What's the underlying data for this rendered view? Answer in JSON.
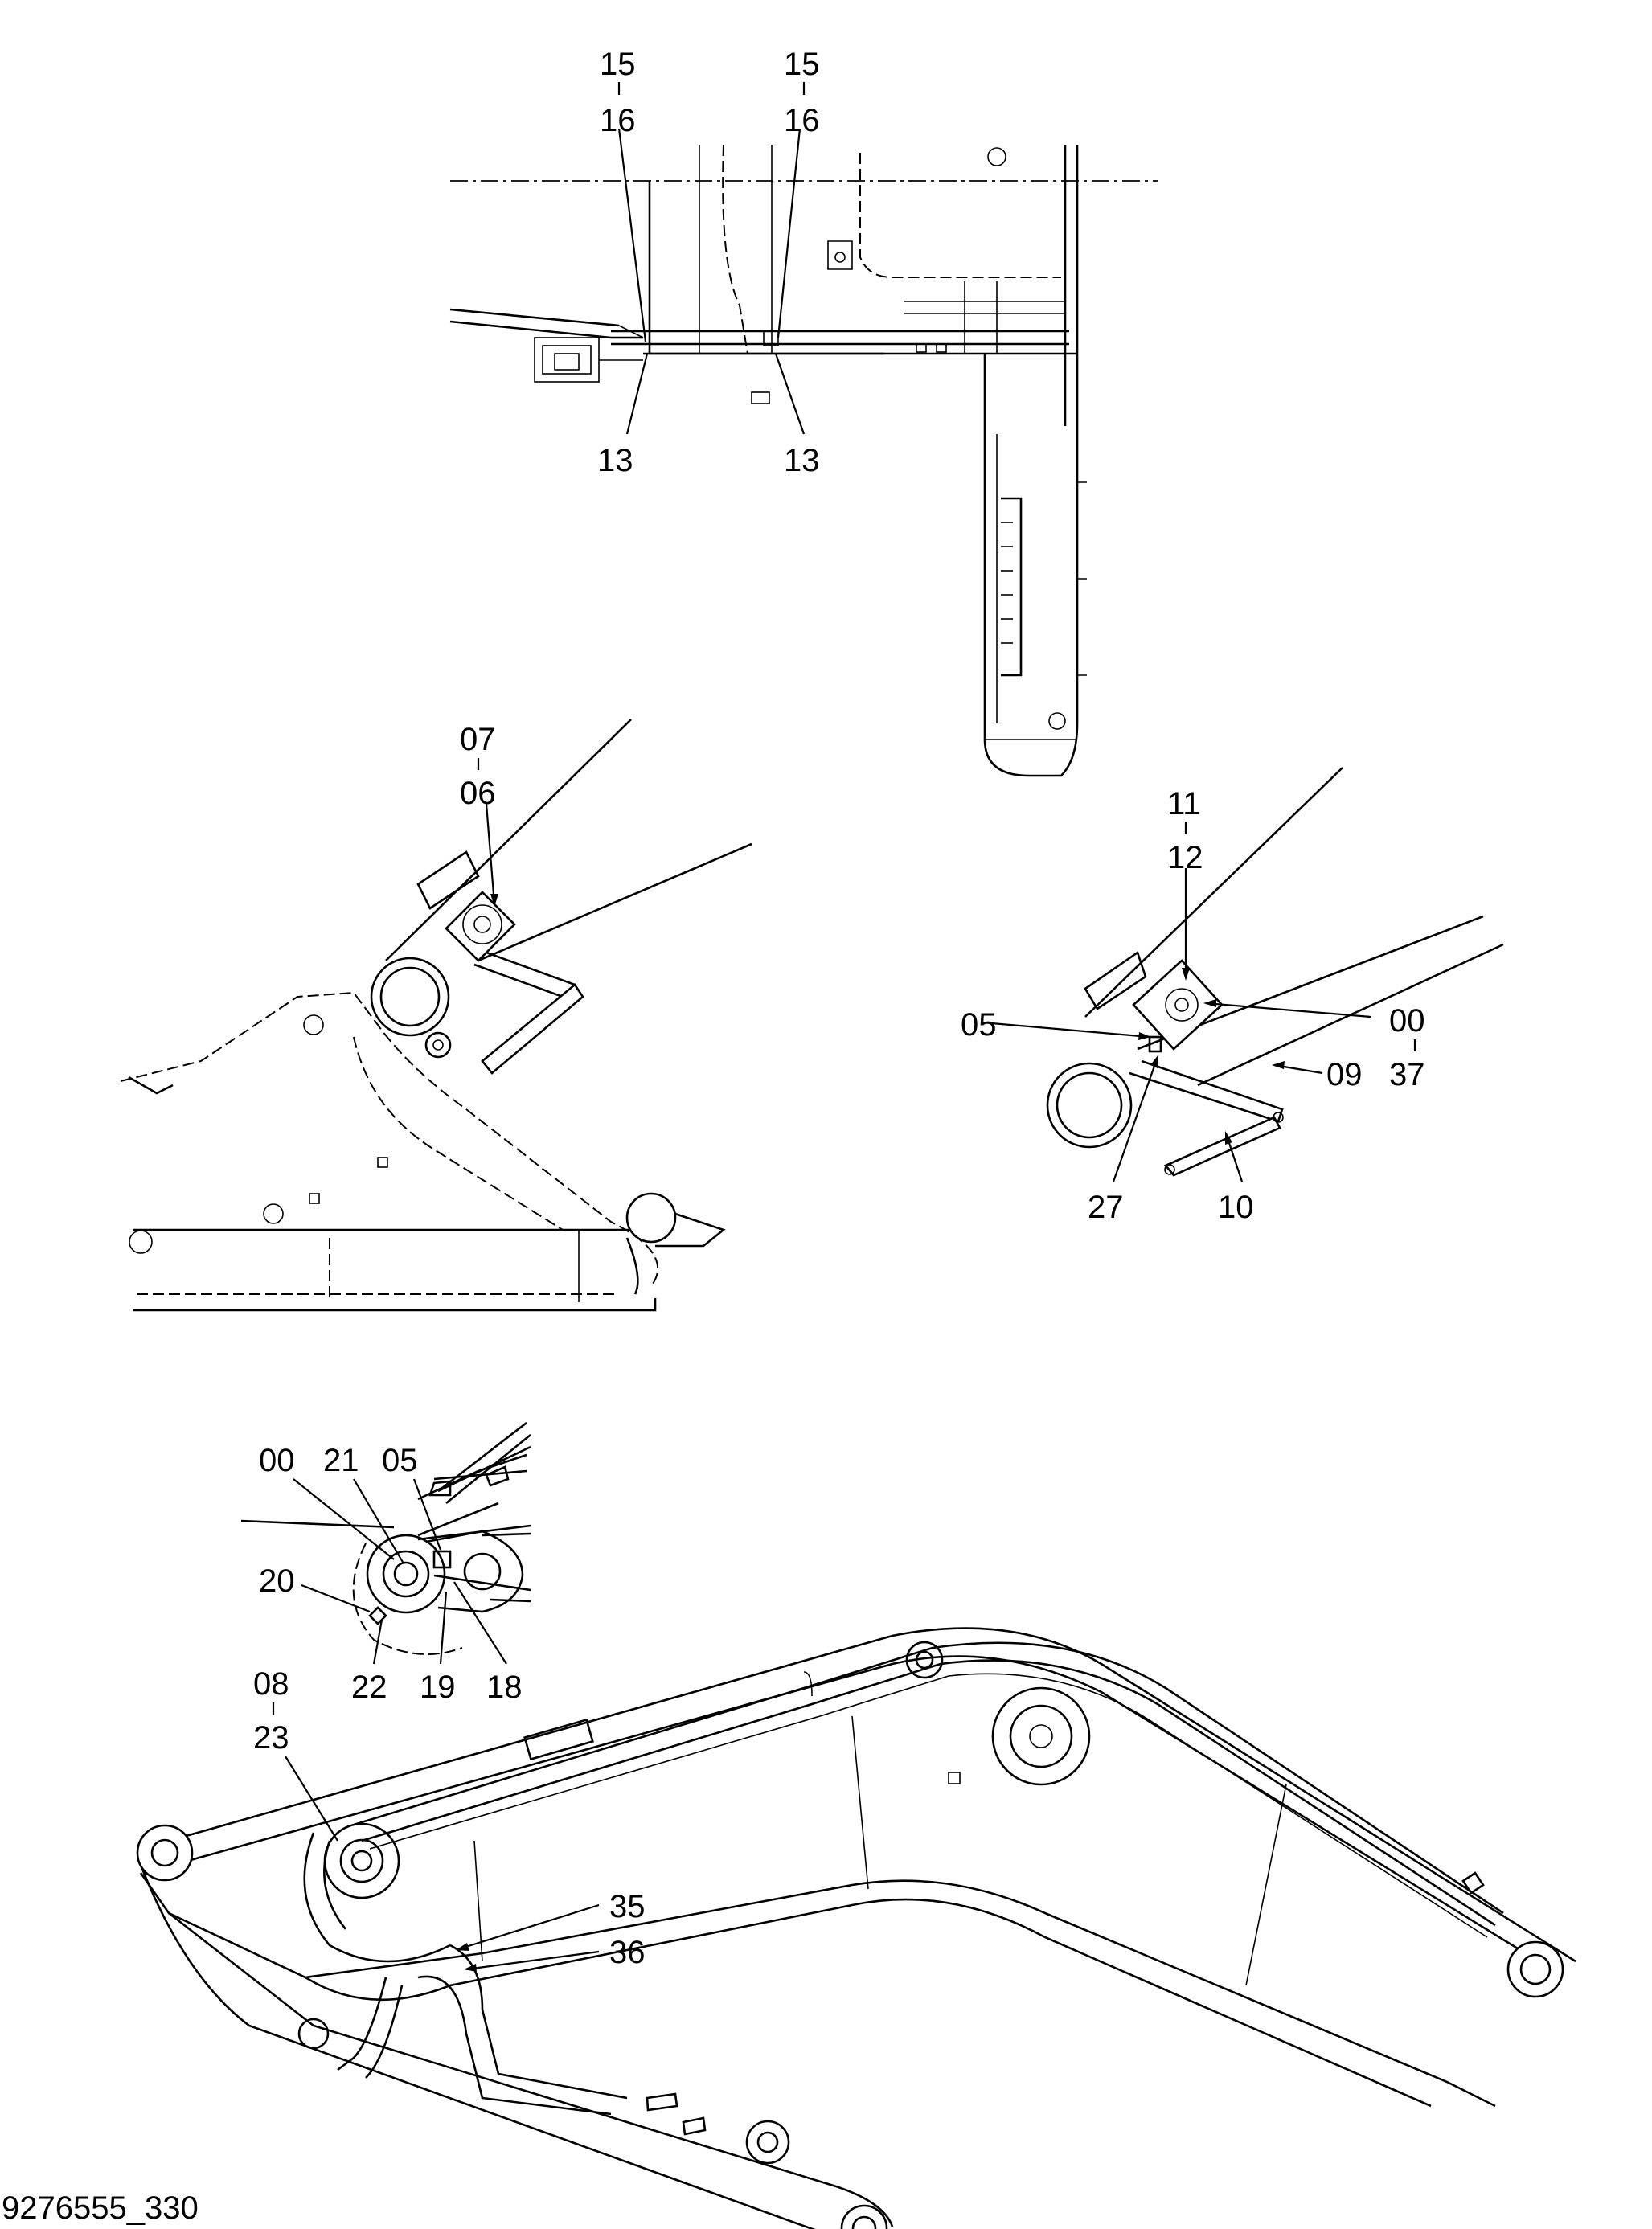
{
  "document": {
    "drawing_id": "9276555_330"
  },
  "views": {
    "top_view": {
      "labels": {
        "left_top_a": "15",
        "left_top_b": "16",
        "right_top_a": "15",
        "right_top_b": "16",
        "left_bottom": "13",
        "right_bottom": "13"
      }
    },
    "side_view": {
      "labels": {
        "top_a": "07",
        "top_b": "06"
      }
    },
    "detail_view": {
      "labels": {
        "top_a": "11",
        "top_b": "12",
        "left": "05",
        "right_a": "00",
        "right_b": "37",
        "mid_right": "09",
        "bottom_left": "27",
        "bottom_right": "10"
      }
    },
    "pin_detail": {
      "labels": {
        "top_1": "00",
        "top_2": "21",
        "top_3": "05",
        "left": "20",
        "bottom_1": "22",
        "bottom_2": "19",
        "bottom_3": "18"
      }
    },
    "boom_view": {
      "labels": {
        "left_a": "08",
        "left_b": "23",
        "mid_a": "35",
        "mid_b": "36"
      }
    }
  }
}
